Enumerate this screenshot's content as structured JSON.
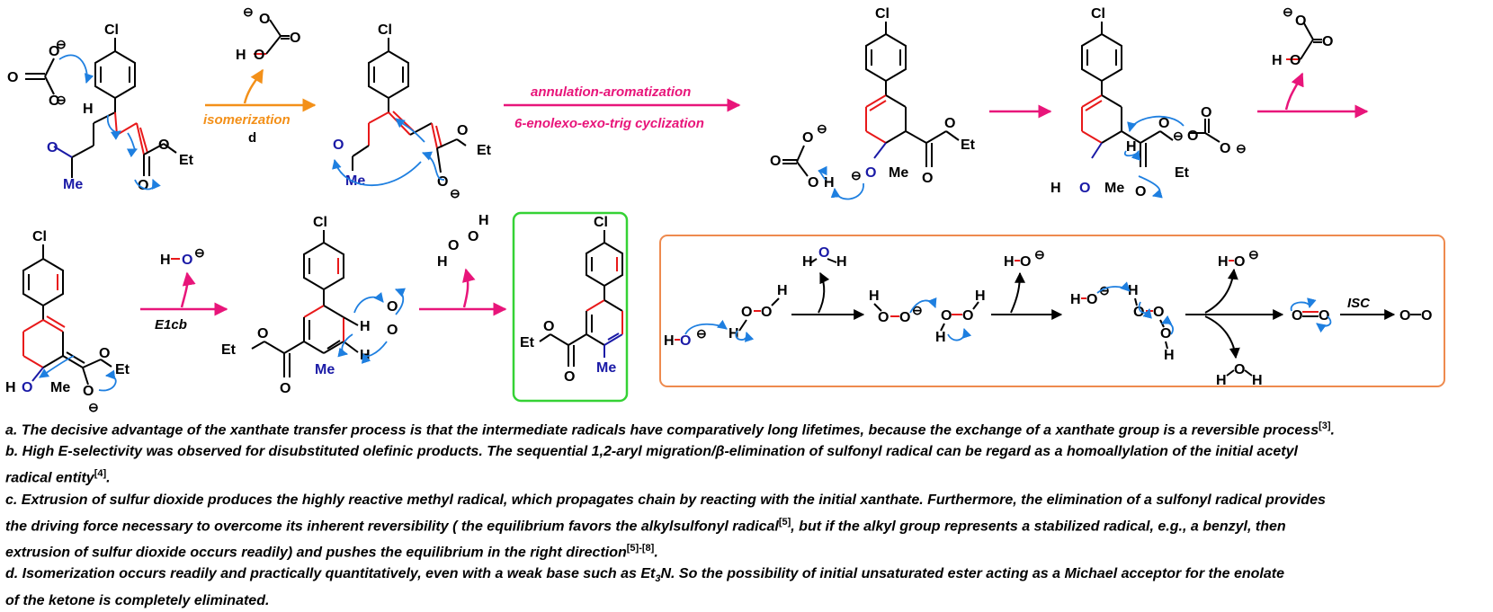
{
  "atoms": {
    "cl": "Cl",
    "me": "Me",
    "et": "Et",
    "o": "O",
    "h": "H",
    "minus": "⊖"
  },
  "arrow_labels": {
    "isomerization": "isomerization",
    "isomerization_note": "d",
    "annulation": "annulation-aromatization",
    "cyclization": "6-enolexo-exo-trig cyclization",
    "e1cb": "E1cb",
    "isc": "ISC"
  },
  "colors": {
    "bond_red": "#e8191a",
    "blue_atom": "#1a1aa6",
    "curly_blue": "#1e7fe0",
    "magenta": "#e8157a",
    "orange": "#f39019",
    "green_box": "#35d235",
    "orange_box": "#ee8a4e"
  },
  "notes": {
    "a": "a. The decisive advantage of the xanthate transfer process is that the intermediate radicals have comparatively long lifetimes, because the exchange of a xanthate group is a reversible process",
    "a_ref": "[3]",
    "a_end": ".",
    "b1": "b. High E-selectivity was observed for disubstituted olefinic products. The sequential 1,2-aryl migration/",
    "b_beta": "β",
    "b2": "-elimination of sulfonyl radical can be regard as a homoallylation of the initial acetyl",
    "b3": "radical entity",
    "b_ref": "[4]",
    "b_end": ".",
    "c1": "c. Extrusion of sulfur dioxide produces the highly reactive methyl radical, which propagates chain by reacting with the initial xanthate. Furthermore, the elimination of a sulfonyl radical provides",
    "c2": "the driving force necessary to overcome its inherent reversibility ( the equilibrium favors the alkylsulfonyl radical",
    "c_ref1": "[5]",
    "c3": ", but if the alkyl group represents a stabilized radical, e.g., a benzyl, then",
    "c4": "extrusion of sulfur dioxide occurs readily) and pushes the equilibrium in the right direction",
    "c_ref2": "[5]-[8]",
    "c_end": ".",
    "d1": "d. Isomerization occurs readily and practically quantitatively, even with a weak base such as Et",
    "d_sub": "3",
    "d2": "N. So the possibility of initial unsaturated ester acting as a Michael acceptor for the enolate",
    "d3": "of the ketone is completely eliminated."
  }
}
